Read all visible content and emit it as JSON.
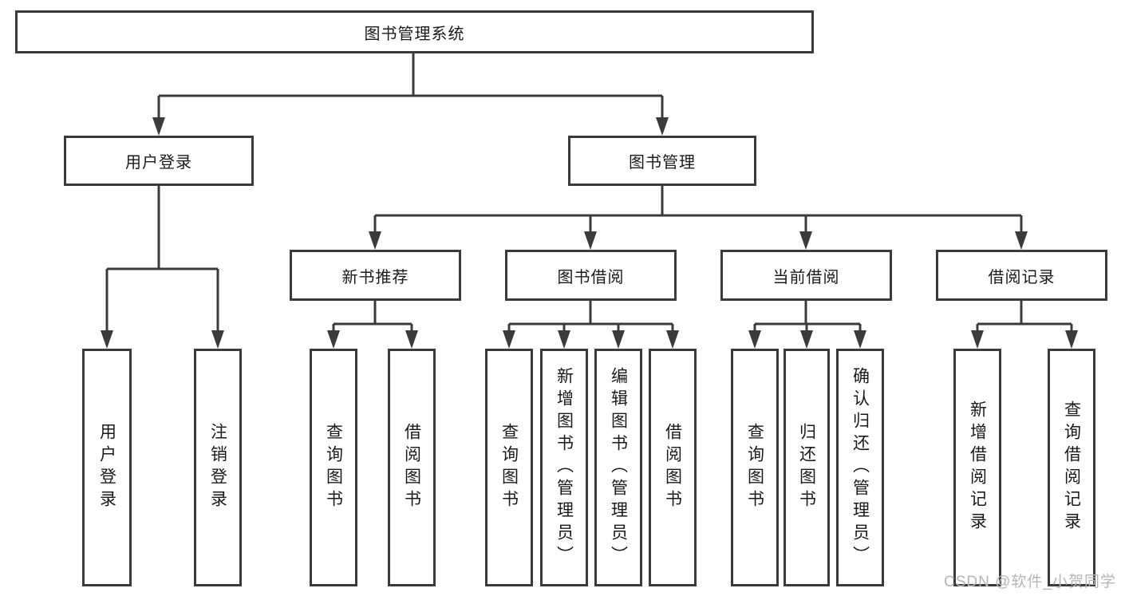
{
  "tree": {
    "root": {
      "label": "图书管理系统",
      "children": [
        {
          "label": "用户登录",
          "children": [
            {
              "label": "用户登录"
            },
            {
              "label": "注销登录"
            }
          ]
        },
        {
          "label": "图书管理",
          "children": [
            {
              "label": "新书推荐",
              "children": [
                {
                  "label": "查询图书"
                },
                {
                  "label": "借阅图书"
                }
              ]
            },
            {
              "label": "图书借阅",
              "children": [
                {
                  "label": "查询图书"
                },
                {
                  "label": "新增图书（管理员）"
                },
                {
                  "label": "编辑图书（管理员）"
                },
                {
                  "label": "借阅图书"
                }
              ]
            },
            {
              "label": "当前借阅",
              "children": [
                {
                  "label": "查询图书"
                },
                {
                  "label": "归还图书"
                },
                {
                  "label": "确认归还（管理员）"
                }
              ]
            },
            {
              "label": "借阅记录",
              "children": [
                {
                  "label": "新增借阅记录"
                },
                {
                  "label": "查询借阅记录"
                }
              ]
            }
          ]
        }
      ]
    }
  },
  "watermark": {
    "text": "CSDN @软件_小贺同学"
  },
  "colors": {
    "line": "#3b3b3b",
    "text": "#1a1a1a",
    "watermark": "#b5b5b5",
    "background": "#ffffff"
  }
}
